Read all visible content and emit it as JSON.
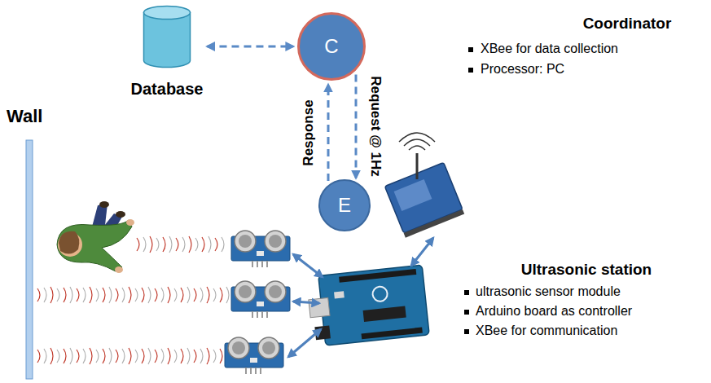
{
  "diagram": {
    "nodes": [
      {
        "text": [
          "Database"
        ]
      },
      {
        "text": [
          "C"
        ]
      },
      {
        "text": [
          "E"
        ]
      }
    ],
    "edges": [
      {
        "from": 0,
        "to": 1,
        "arrow": "both"
      },
      {
        "from": 2,
        "to": 1,
        "label": "Response",
        "arrow": "to"
      },
      {
        "from": 1,
        "to": 2,
        "label": "Request @ 1Hz",
        "arrow": "to"
      }
    ],
    "labels": [
      "Wall",
      "Coordinator",
      "XBee for data collection",
      "Processor: PC",
      "Ultrasonic station",
      "ultrasonic sensor module",
      "Arduino board as controller",
      "XBee for communication"
    ]
  }
}
